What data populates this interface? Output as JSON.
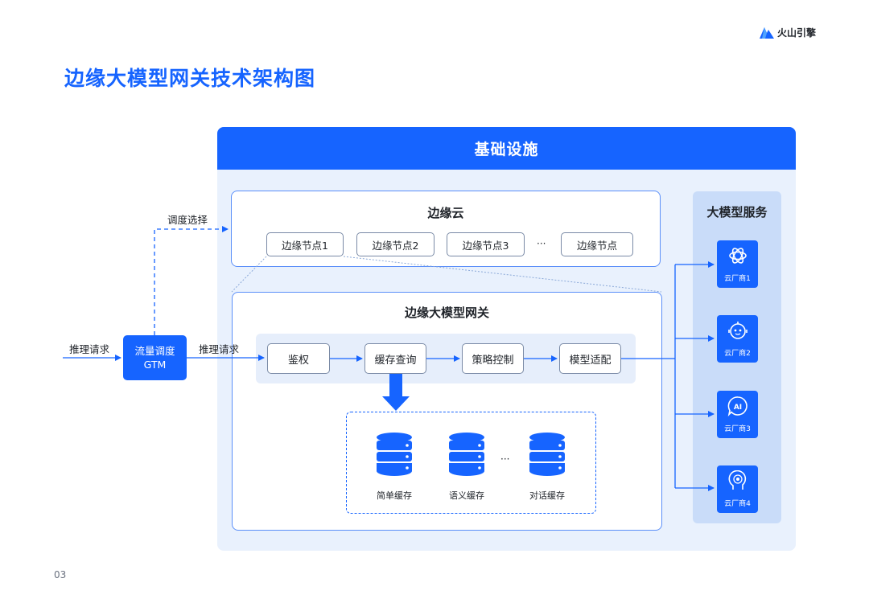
{
  "brand": {
    "name": "火山引擎"
  },
  "title": "边缘大模型网关技术架构图",
  "page_number": "03",
  "infrastructure": {
    "title": "基础设施"
  },
  "edge_cloud": {
    "title": "边缘云",
    "nodes": [
      "边缘节点1",
      "边缘节点2",
      "边缘节点3",
      "···",
      "边缘节点"
    ]
  },
  "gateway": {
    "title": "边缘大模型网关",
    "steps": [
      "鉴权",
      "缓存查询",
      "策略控制",
      "模型适配"
    ],
    "caches": [
      "简单缓存",
      "语义缓存",
      "···",
      "对话缓存"
    ]
  },
  "gtm": {
    "line1": "流量调度",
    "line2": "GTM"
  },
  "labels": {
    "request_in": "推理请求",
    "request_out": "推理请求",
    "schedule": "调度选择"
  },
  "llm_service": {
    "title": "大模型服务",
    "vendors": [
      {
        "label": "云厂商1",
        "icon": "openai-icon"
      },
      {
        "label": "云厂商2",
        "icon": "robot-icon"
      },
      {
        "label": "云厂商3",
        "icon": "ai-chat-icon"
      },
      {
        "label": "云厂商4",
        "icon": "brain-head-icon"
      }
    ]
  },
  "colors": {
    "primary": "#1664ff",
    "panel": "#e9f1fd",
    "vendor_panel": "#c9dcf9"
  }
}
